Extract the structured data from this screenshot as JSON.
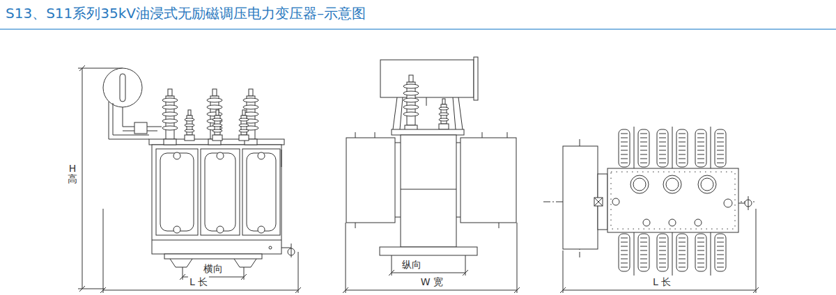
{
  "diagram": {
    "title": "S13、S11系列35kV油浸式无励磁调压电力变压器–示意图",
    "labels": [
      "H 高",
      "横向",
      "L 长",
      "纵向",
      "W 宽",
      "L 长"
    ]
  }
}
